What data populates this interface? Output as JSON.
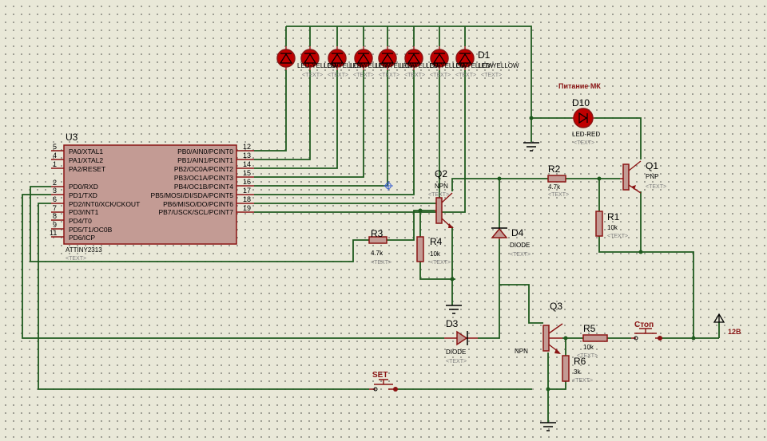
{
  "u3": {
    "ref": "U3",
    "part": "ATTINY2313",
    "text": "<TEXT>",
    "left_pins": [
      {
        "num": "5",
        "name": "PA0/XTAL1"
      },
      {
        "num": "4",
        "name": "PA1/XTAL2"
      },
      {
        "num": "1",
        "name": "PA2/RESET"
      },
      {
        "num": "2",
        "name": "PD0/RXD"
      },
      {
        "num": "3",
        "name": "PD1/TXD"
      },
      {
        "num": "6",
        "name": "PD2/INT0/XCK/CKOUT"
      },
      {
        "num": "7",
        "name": "PD3/INT1"
      },
      {
        "num": "8",
        "name": "PD4/T0"
      },
      {
        "num": "9",
        "name": "PD5/T1/OC0B"
      },
      {
        "num": "11",
        "name": "PD6/ICP"
      }
    ],
    "right_pins": [
      {
        "num": "12",
        "name": "PB0/AIN0/PCINT0"
      },
      {
        "num": "13",
        "name": "PB1/AIN1/PCINT1"
      },
      {
        "num": "14",
        "name": "PB2/OC0A/PCINT2"
      },
      {
        "num": "15",
        "name": "PB3/OC1A/PCINT3"
      },
      {
        "num": "16",
        "name": "PB4/OC1B/PCINT4"
      },
      {
        "num": "17",
        "name": "PB5/MOSI/DI/SDA/PCINT5"
      },
      {
        "num": "18",
        "name": "PB6/MISO/DO/PCINT6"
      },
      {
        "num": "19",
        "name": "PB7/USCK/SCL/PCINT7"
      }
    ]
  },
  "led_array": {
    "ref": "D1",
    "part": "LED-YELLOW",
    "count": 8,
    "text": "<TEXT>"
  },
  "d10": {
    "title": "Питание МК",
    "ref": "D10",
    "part": "LED-RED",
    "text": "<TEXT>"
  },
  "q1": {
    "ref": "Q1",
    "part": "PNP",
    "text": "<TEXT>"
  },
  "q2": {
    "ref": "Q2",
    "part": "NPN",
    "text": "<TEXT>"
  },
  "q3": {
    "ref": "Q3",
    "part": "NPN"
  },
  "r1": {
    "ref": "R1",
    "value": "10k",
    "text": "<TEXT>"
  },
  "r2": {
    "ref": "R2",
    "value": "4.7k",
    "text": "<TEXT>"
  },
  "r3": {
    "ref": "R3",
    "value": "4.7k",
    "text": "<TEXT>"
  },
  "r4": {
    "ref": "R4",
    "value": "10k",
    "text": "<TEXT>"
  },
  "r5": {
    "ref": "R5",
    "value": "10k",
    "text": "<TEXT>"
  },
  "r6": {
    "ref": "R6",
    "value": "3k",
    "text": "<TEXT>"
  },
  "d3": {
    "ref": "D3",
    "part": "DIODE",
    "text": "<TEXT>"
  },
  "d4": {
    "ref": "D4",
    "part": "DIODE",
    "text": "<TEXT>"
  },
  "btn_set": {
    "label": "SET"
  },
  "btn_stop": {
    "label": "Стоп"
  },
  "power": {
    "label": "12В"
  },
  "colors": {
    "wire": "#1e5a1e",
    "component": "#8a1414",
    "body": "#c39b94",
    "led_fill": "#c00000",
    "background": "#e9e8d8"
  }
}
